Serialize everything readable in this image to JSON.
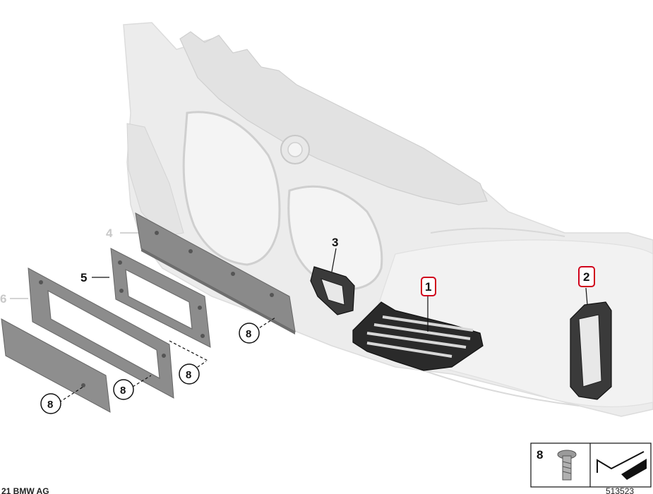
{
  "callouts": {
    "c1": "1",
    "c2": "2",
    "c3": "3",
    "c4": "4",
    "c5": "5",
    "c6": "6",
    "c8a": "8",
    "c8b": "8",
    "c8c": "8",
    "c8d": "8"
  },
  "legend": {
    "part_number": "8"
  },
  "footer": {
    "copyright": "21 BMW AG",
    "diagram_id": "513523"
  },
  "colors": {
    "bumper": "#ebebeb",
    "bumper_edge": "#d2d2d2",
    "plate_grey": "#8c8c8c",
    "plate_dark": "#6e6e6e",
    "grille_black": "#2a2a2a",
    "highlight_red": "#d0021b"
  }
}
